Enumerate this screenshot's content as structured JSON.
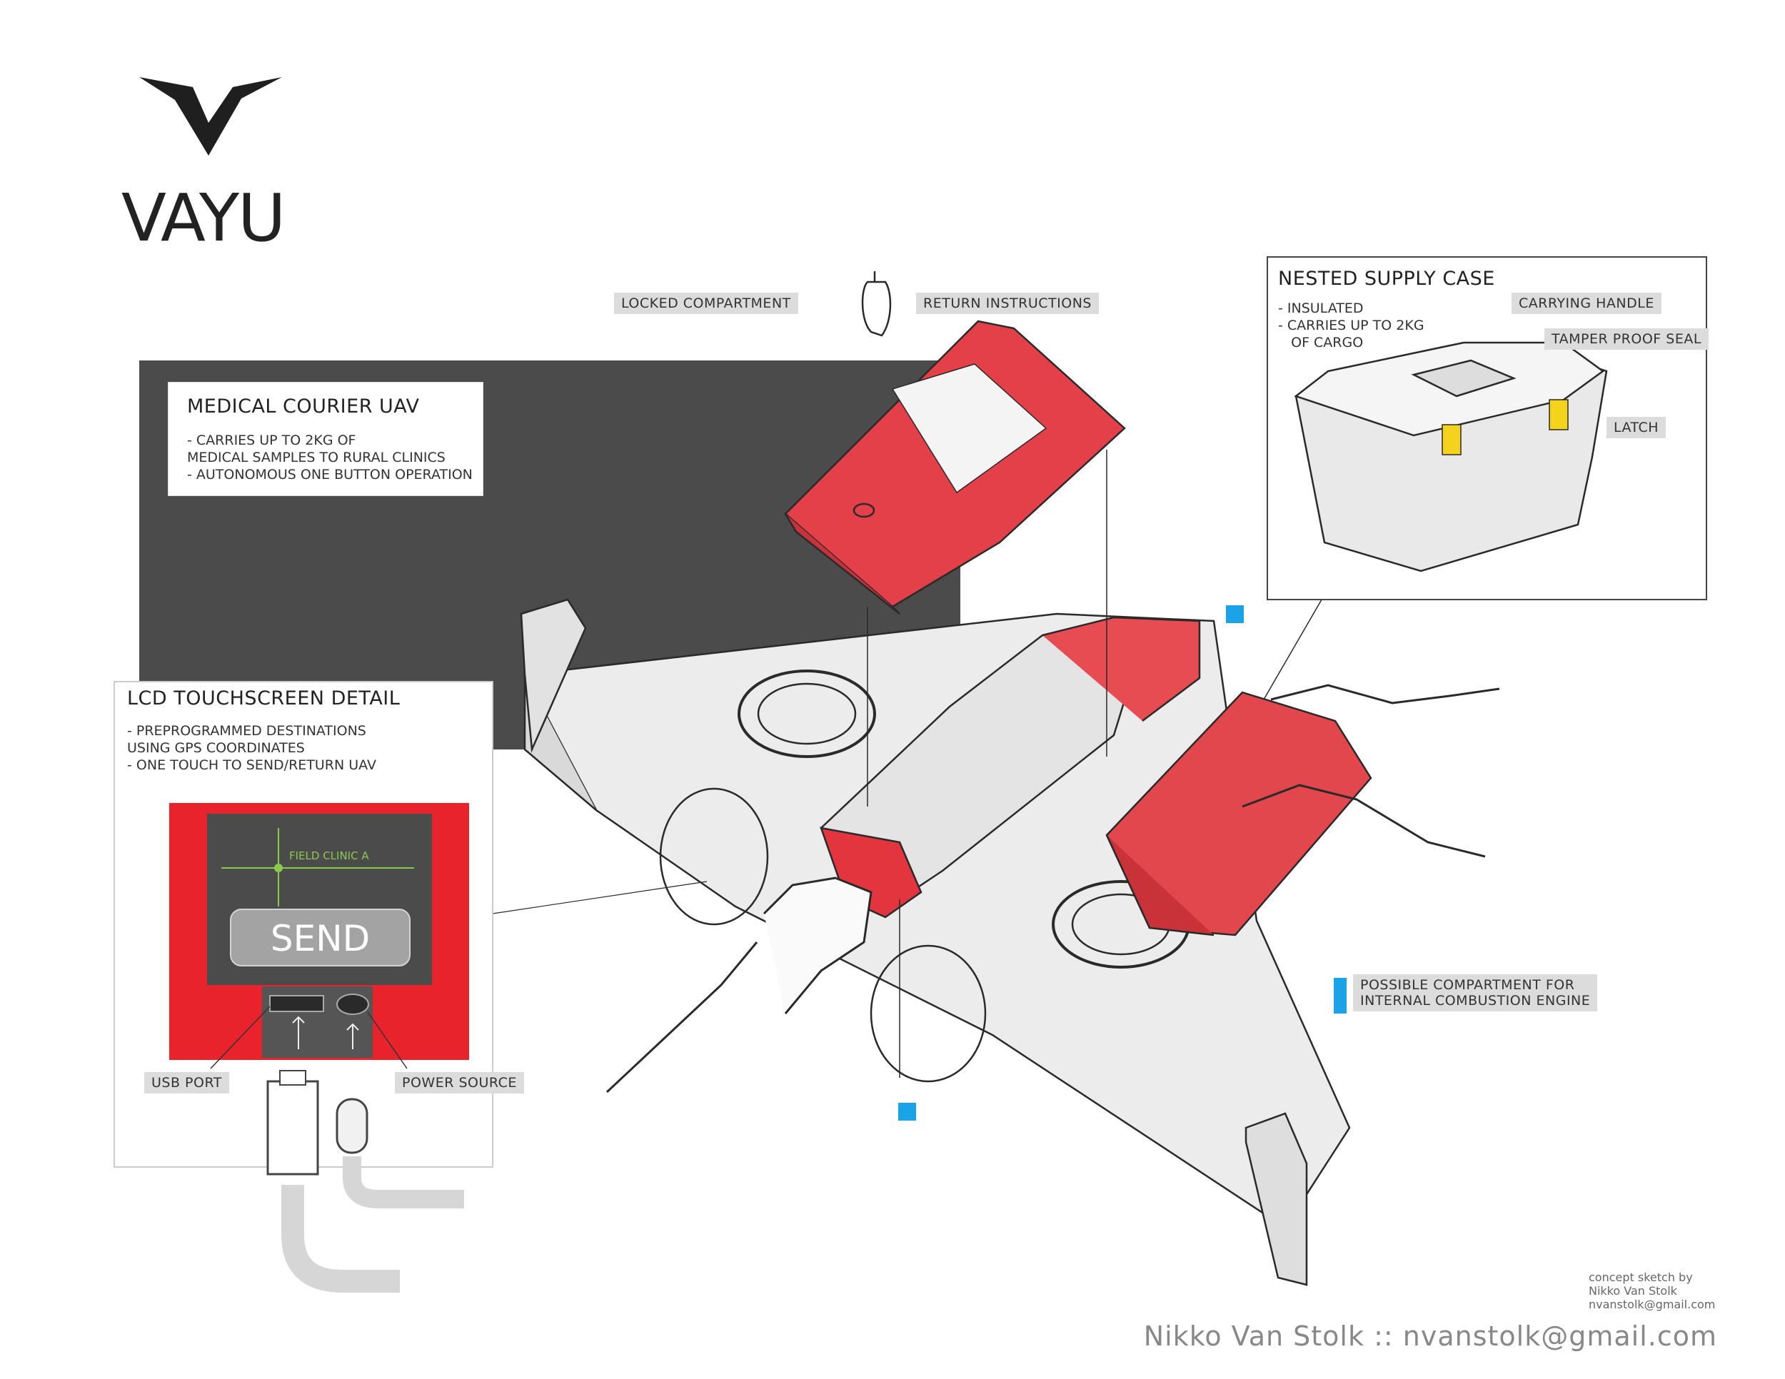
{
  "brand": {
    "name": "VAYU",
    "logo_icon": "chevron-v-logo"
  },
  "callouts": {
    "locked_compartment": "LOCKED COMPARTMENT",
    "return_instructions": "RETURN INSTRUCTIONS",
    "carrying_handle": "CARRYING HANDLE",
    "tamper_proof_seal": "TAMPER PROOF SEAL",
    "latch": "LATCH",
    "usb_port": "USB PORT",
    "power_source": "POWER SOURCE",
    "engine_compartment": [
      "POSSIBLE COMPARTMENT FOR",
      "INTERNAL COMBUSTION ENGINE"
    ]
  },
  "medical_box": {
    "title": "MEDICAL COURIER UAV",
    "bullets": [
      "- CARRIES UP TO 2KG OF",
      "MEDICAL SAMPLES TO RURAL CLINICS",
      "- AUTONOMOUS ONE BUTTON OPERATION"
    ]
  },
  "supply_box": {
    "title": "NESTED SUPPLY CASE",
    "bullets": [
      "- INSULATED",
      "- CARRIES UP TO 2KG",
      "   OF CARGO"
    ]
  },
  "lcd_box": {
    "title": "LCD TOUCHSCREEN DETAIL",
    "bullets": [
      "- PREPROGRAMMED DESTINATIONS",
      "USING GPS COORDINATES",
      "- ONE TOUCH TO SEND/RETURN UAV"
    ],
    "screen_label": "FIELD CLINIC A",
    "send_label": "SEND"
  },
  "credits": {
    "small": [
      "concept sketch by",
      "Nikko Van Stolk",
      "nvanstolk@gmail.com"
    ],
    "big": "Nikko Van Stolk :: nvanstolk@gmail.com"
  },
  "colors": {
    "accent_red": "#e8232b",
    "sketch_red": "#e0464d",
    "marker_blue": "#1ba3e8",
    "panel_gray": "#4b4b4b",
    "latch_yellow": "#f3d31c",
    "gps_green": "#8cc84b"
  }
}
